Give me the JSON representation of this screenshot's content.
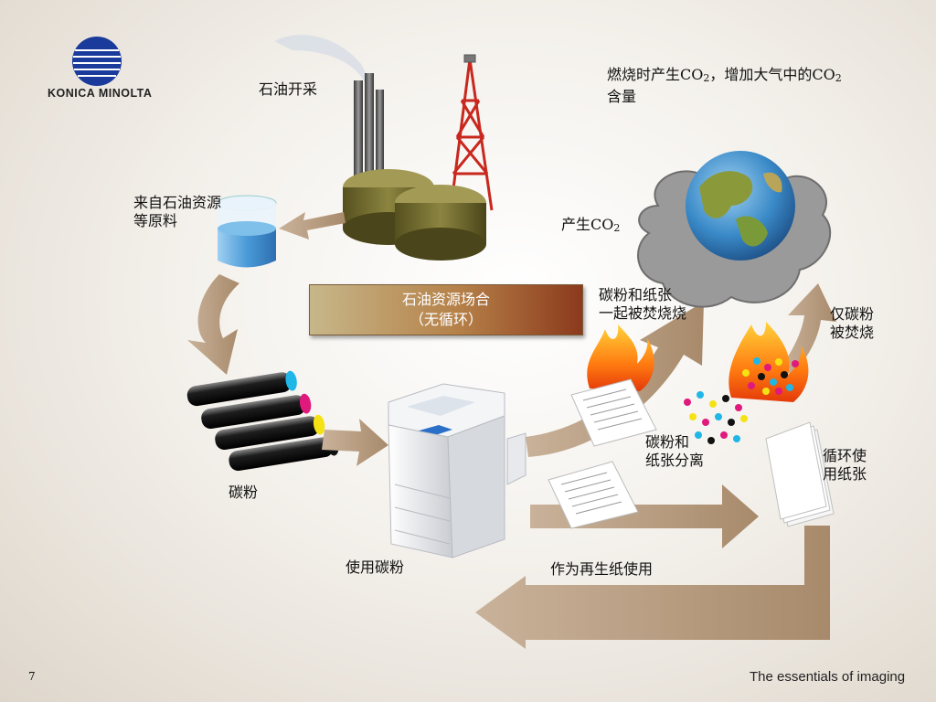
{
  "logo": {
    "text": "KONICA MINOLTA",
    "icon": "konica-minolta-globe-icon"
  },
  "tagline": "The essentials of imaging",
  "page_number": "7",
  "banner": {
    "line1": "石油资源场合",
    "line2": "（无循环）"
  },
  "labels": {
    "oil_extraction": "石油开采",
    "raw_material_1": "来自石油资源",
    "raw_material_2": "等原料",
    "toner": "碳粉",
    "use_toner": "使用碳粉",
    "co2_burn_1a": "燃烧时产生CO",
    "co2_burn_1b": "2",
    "co2_burn_1c": "，增加大气中的CO",
    "co2_burn_1d": "2",
    "co2_burn_2": "含量",
    "co2_a": "产生CO",
    "co2_b": "2",
    "toner_paper_burn_1": "碳粉和纸张",
    "toner_paper_burn_2": "一起被焚烧烧",
    "toner_only_burn_1": "仅碳粉",
    "toner_only_burn_2": "被焚烧",
    "separation_1": "碳粉和",
    "separation_2": "纸张分离",
    "recycle_paper_1": "循环使",
    "recycle_paper_2": "用纸张",
    "recycled_paper_use": "作为再生纸使用"
  },
  "colors": {
    "arrow": "#b39677",
    "banner_start": "#c7b78a",
    "banner_end": "#8b3a1c",
    "logo_blue": "#1a3a9c"
  }
}
